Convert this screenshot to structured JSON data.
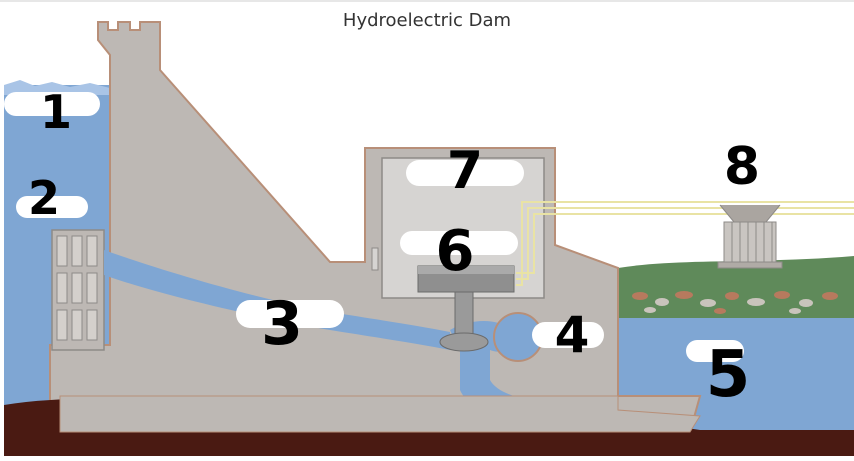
{
  "title": "Hydroelectric Dam",
  "labels": [
    {
      "text": "1"
    },
    {
      "text": "2"
    },
    {
      "text": "3"
    },
    {
      "text": "4"
    },
    {
      "text": "5"
    },
    {
      "text": "6"
    },
    {
      "text": "7"
    },
    {
      "text": "8"
    }
  ],
  "colors": {
    "water": "#7fa6d3",
    "dam": "#bdb8b4",
    "dam_outline": "#b88f78",
    "ground": "#4a1a12",
    "powerhouse": "#d6d4d2",
    "turbine": "#9a9a9a",
    "wires": "#e9e3a4",
    "grass": "#5f8a5a",
    "rocks": "#b77a5e"
  }
}
